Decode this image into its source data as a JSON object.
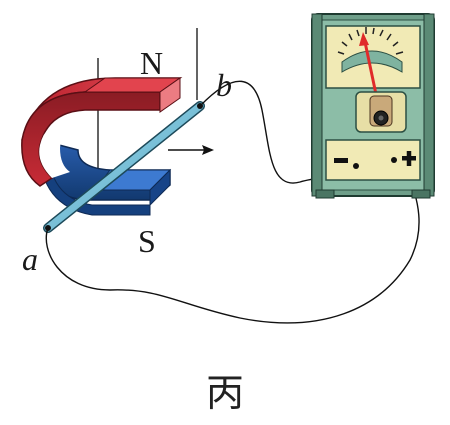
{
  "labels": {
    "north_pole": "N",
    "south_pole": "S",
    "end_a": "a",
    "end_b": "b",
    "caption": "丙"
  },
  "meter": {
    "negative_terminal": "−",
    "positive_terminal": "+",
    "needle_color": "#e02a2a",
    "body_color": "#f1eab5",
    "frame_color": "#6f9f8a"
  },
  "magnet": {
    "north_color": "#d8323c",
    "south_color": "#1f5aa6"
  },
  "rod_color": "#7cc6de",
  "icons": [
    "horseshoe-magnet",
    "copper-rod",
    "galvanometer",
    "motion-arrow"
  ]
}
